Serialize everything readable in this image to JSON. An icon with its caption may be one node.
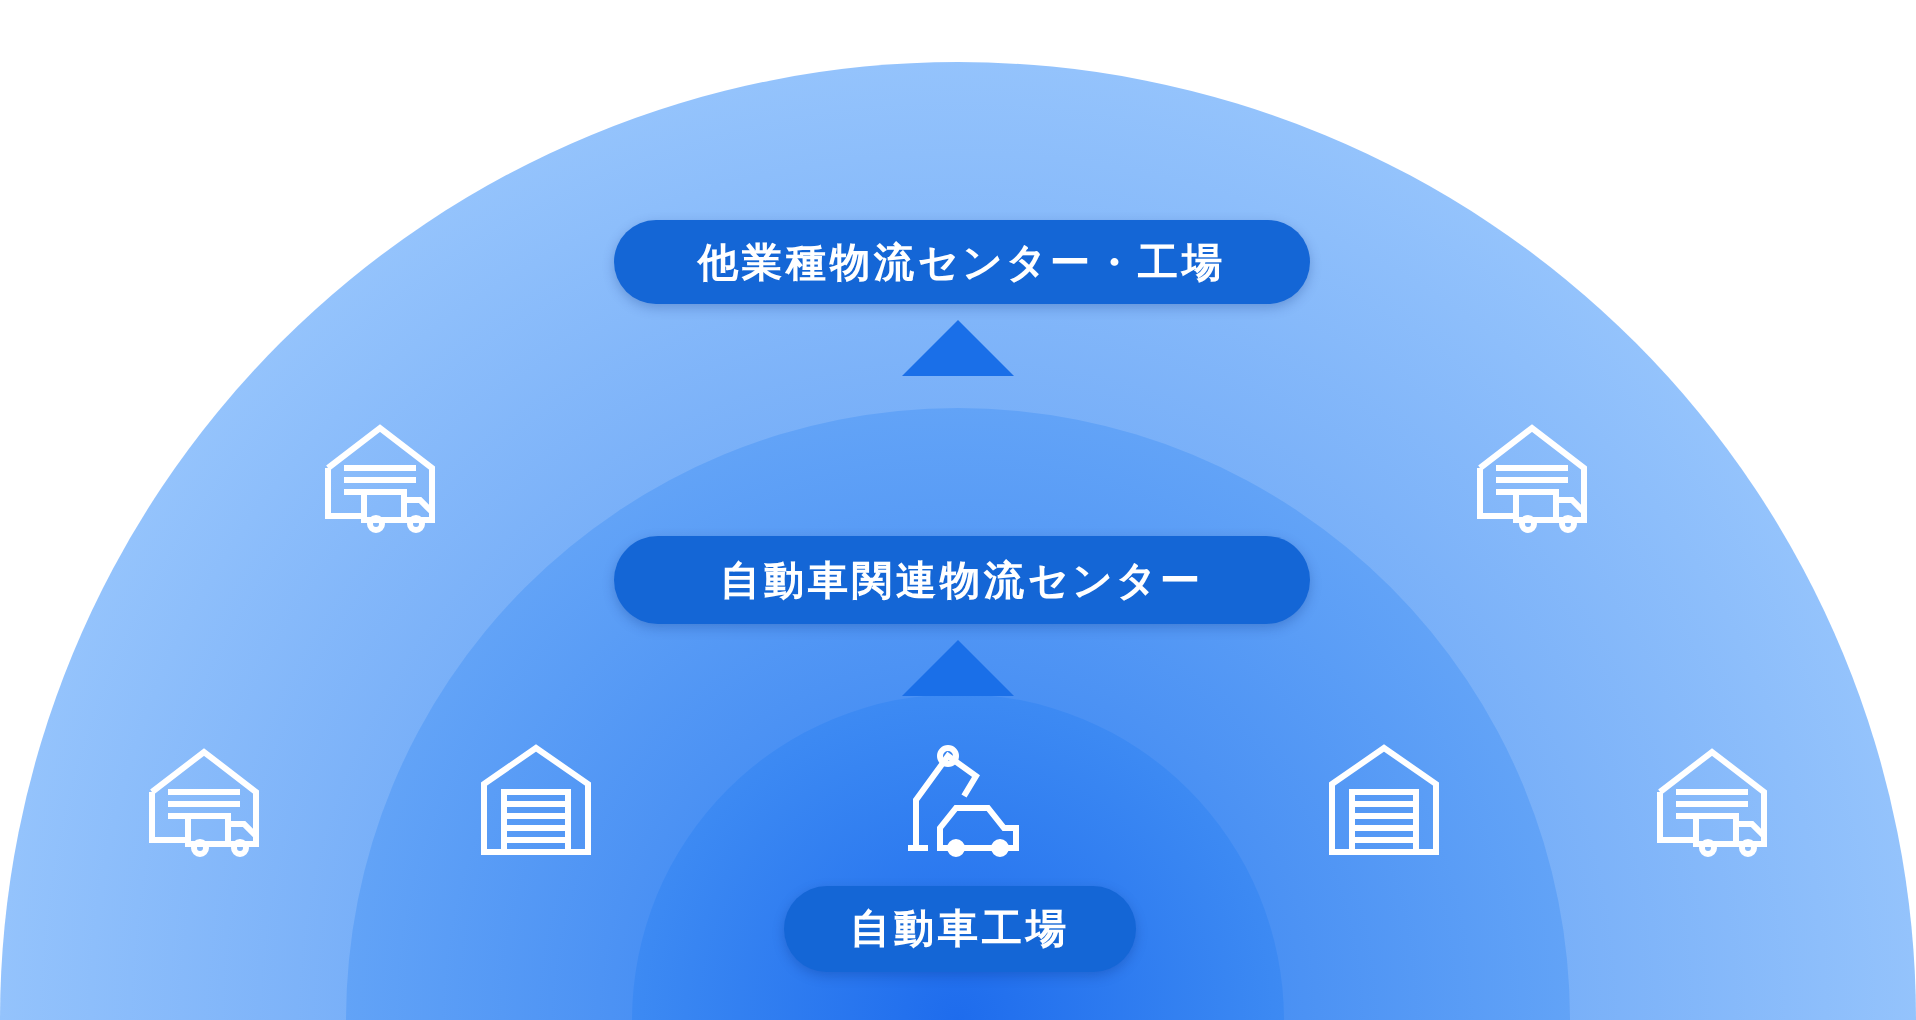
{
  "diagram": {
    "nodes": [
      {
        "text": [
          "他業種物流センター・工場"
        ]
      },
      {
        "text": [
          "自動車関連物流センター"
        ]
      },
      {
        "text": [
          "自動車工場"
        ]
      }
    ],
    "edges": [
      {
        "from": 2,
        "to": 1,
        "arrow": "to"
      },
      {
        "from": 1,
        "to": 0,
        "arrow": "to"
      }
    ]
  }
}
